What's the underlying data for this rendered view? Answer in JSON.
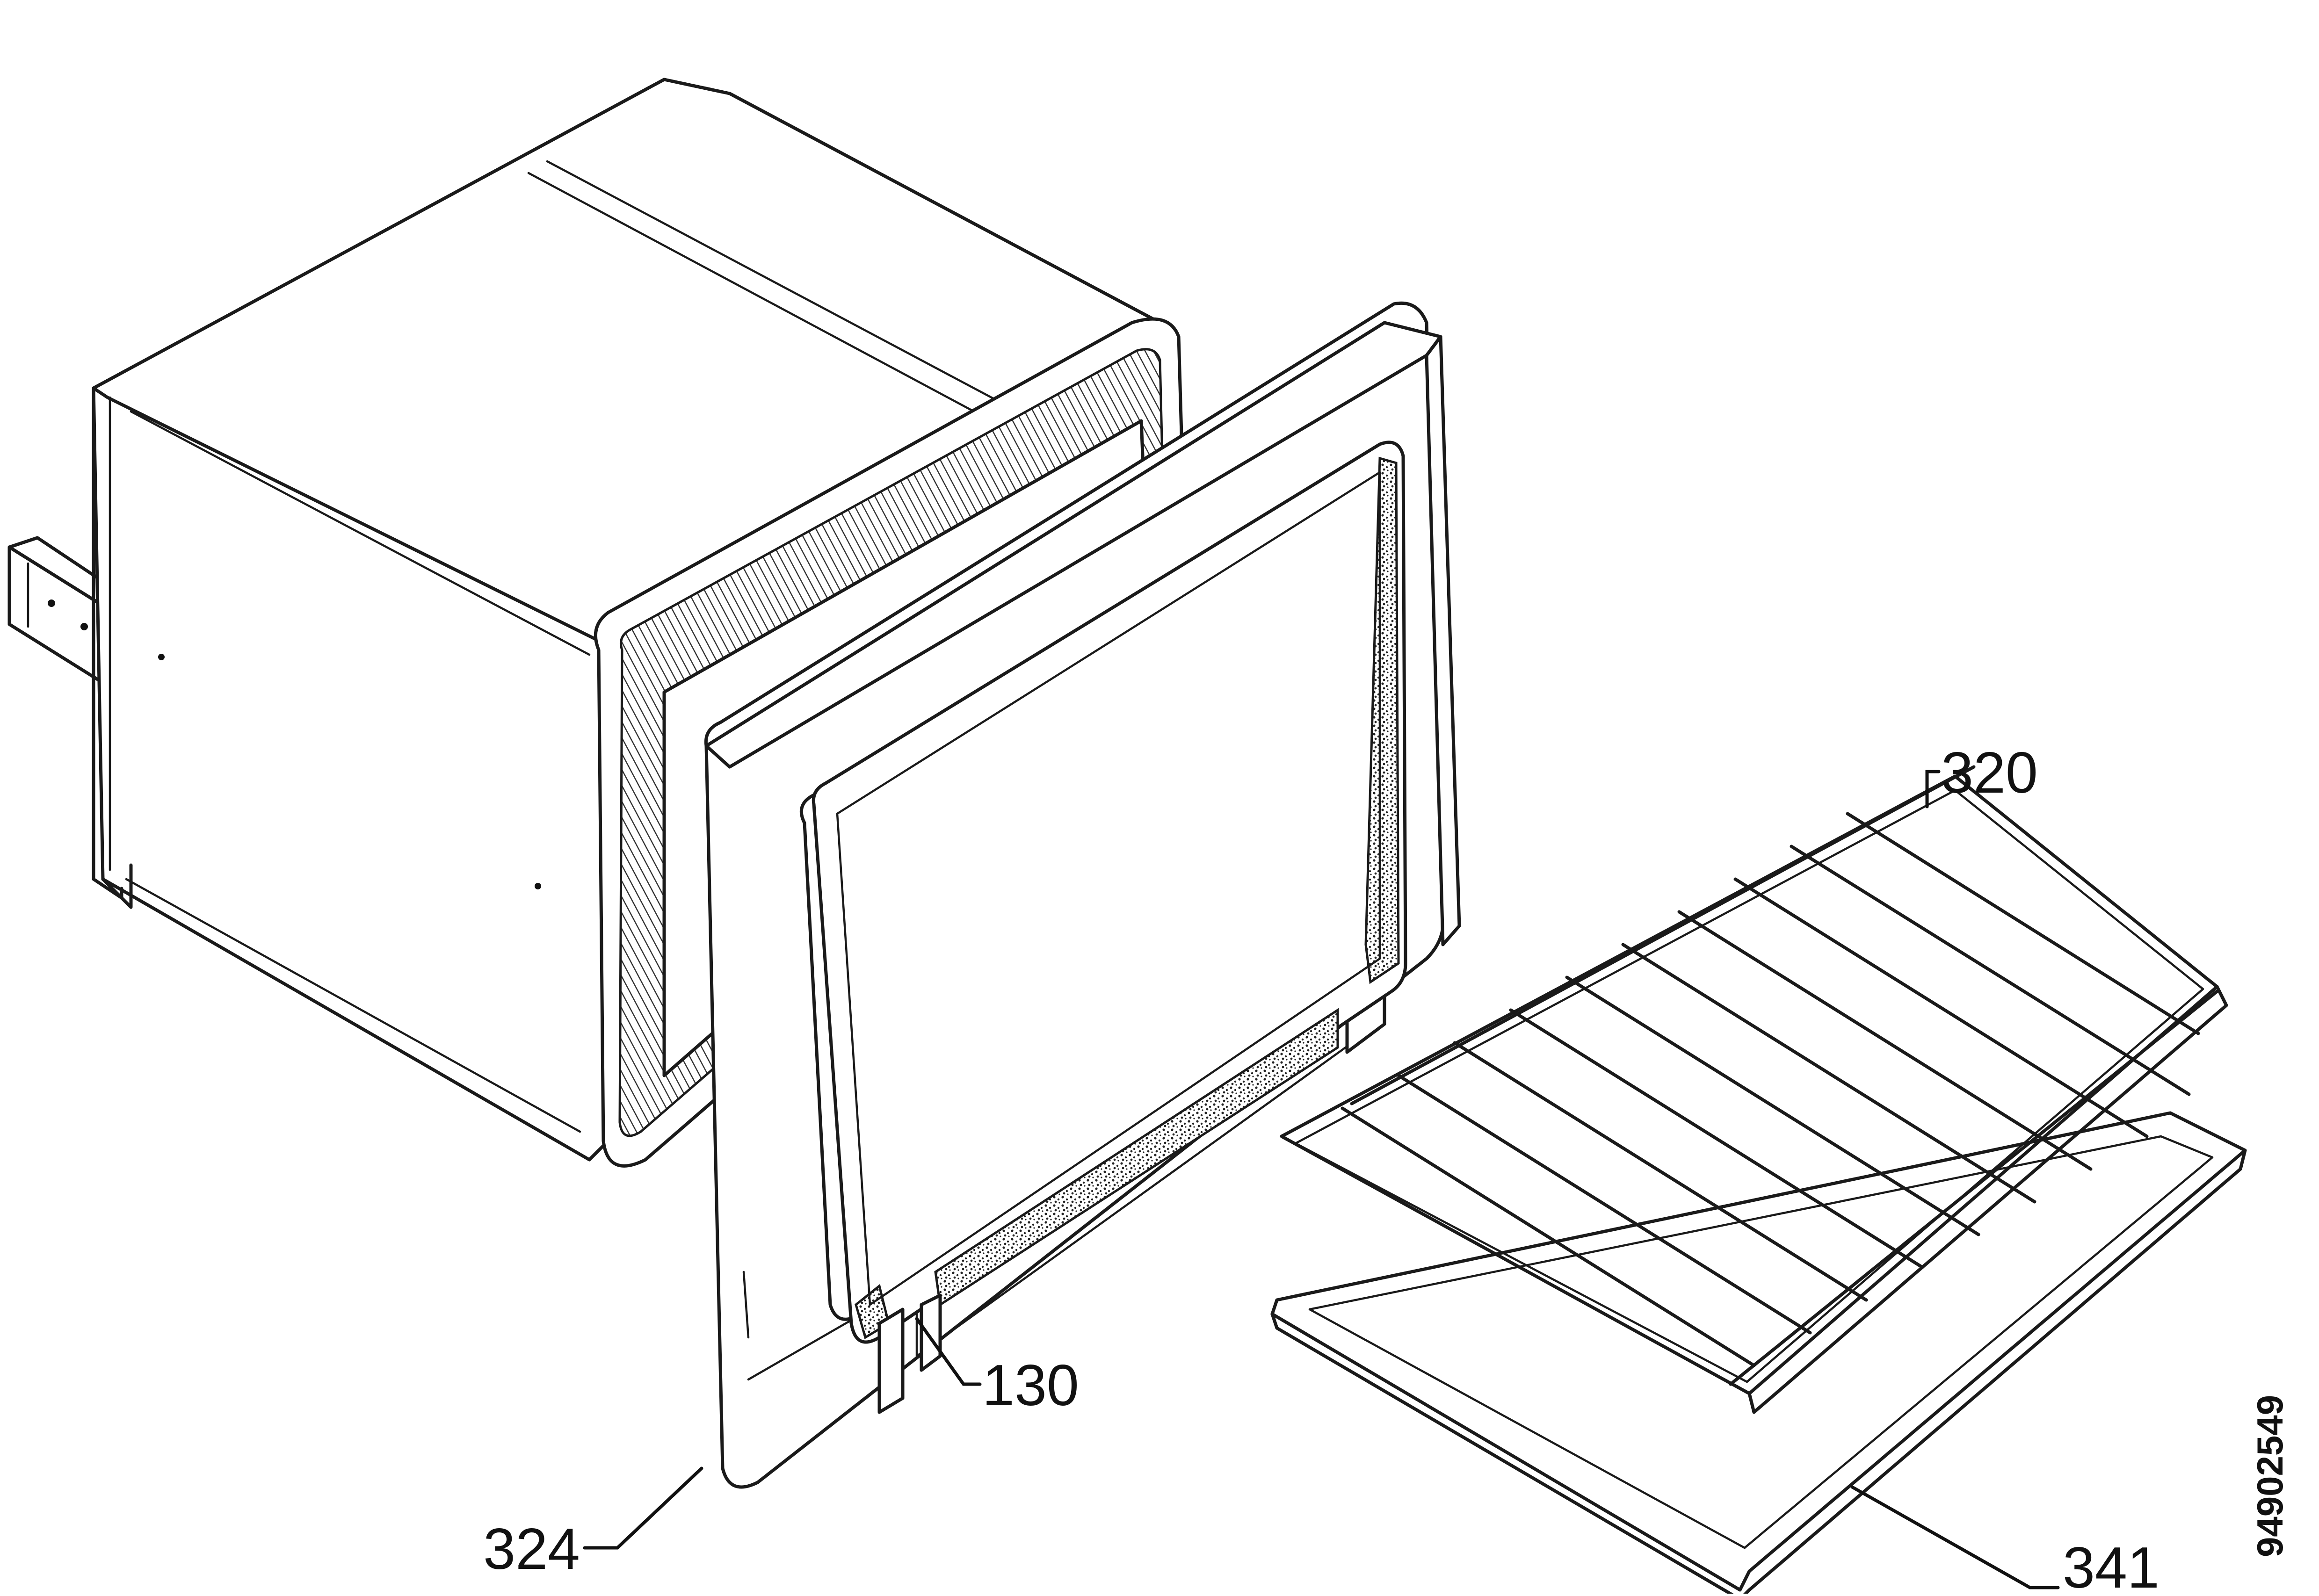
{
  "diagram": {
    "parts": [
      {
        "id": "oven-cavity"
      },
      {
        "id": "door-frame"
      },
      {
        "id": "door-gasket"
      },
      {
        "id": "wire-shelf"
      },
      {
        "id": "baking-tray"
      }
    ],
    "callouts": [
      {
        "key": "shelf",
        "label": "320"
      },
      {
        "key": "gasket",
        "label": "130"
      },
      {
        "key": "frame",
        "label": "324"
      },
      {
        "key": "tray",
        "label": "341"
      }
    ],
    "drawing_number": "94902549"
  }
}
